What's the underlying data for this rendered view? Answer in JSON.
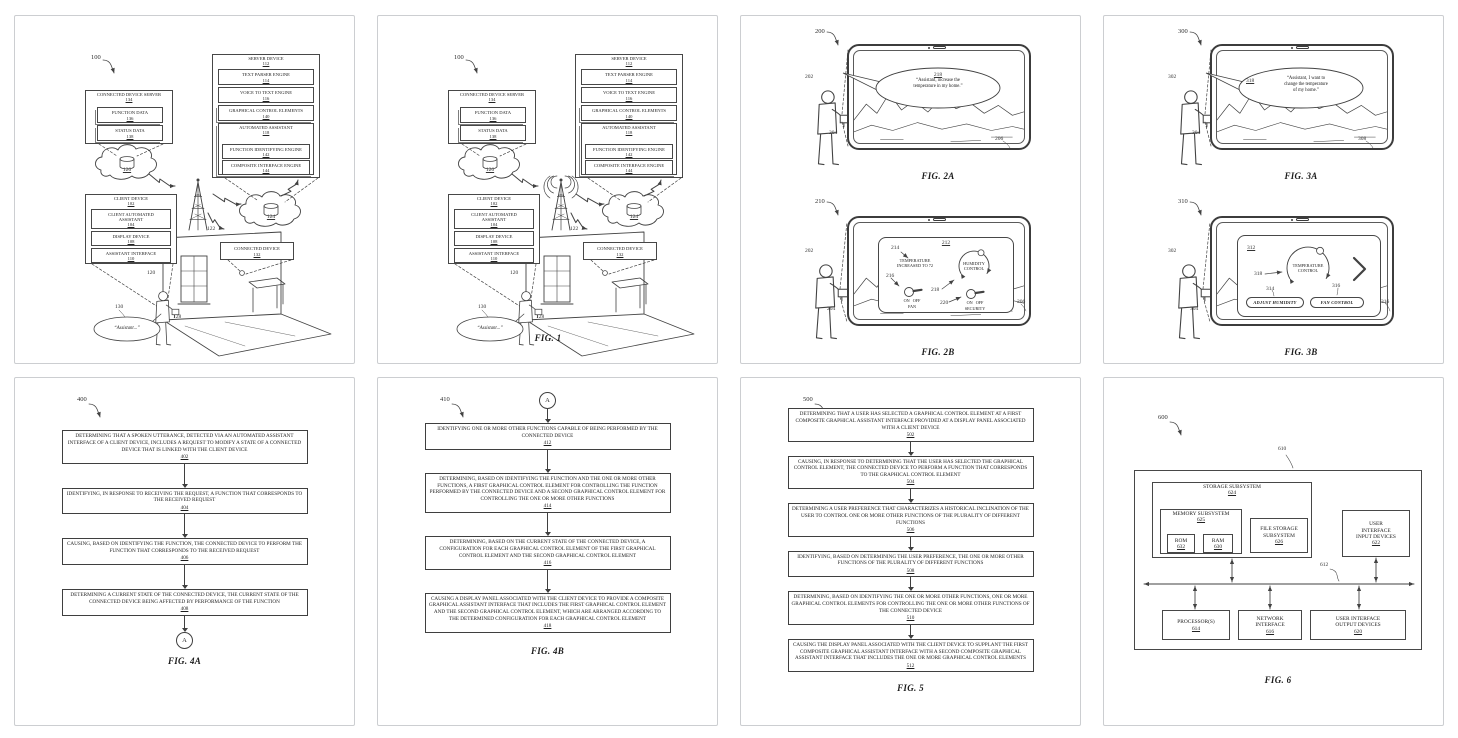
{
  "colors": {
    "panel_border": "#ccced1",
    "ink": "#424242",
    "paper": "#ffffff"
  },
  "connector": "A",
  "sheets": {
    "s2": {
      "caption": "FIG. 1"
    }
  },
  "fig1": {
    "ref": "100",
    "server": {
      "title": "SERVER DEVICE",
      "num": "112",
      "items": [
        {
          "label": "TEXT PARSER ENGINE",
          "num": "114"
        },
        {
          "label": "VOICE TO TEXT ENGINE",
          "num": "116"
        },
        {
          "label": "GRAPHICAL CONTROL ELEMENTS",
          "num": "140"
        }
      ],
      "assistant": {
        "label": "AUTOMATED ASSISTANT",
        "num": "118",
        "children": [
          {
            "label": "FUNCTION IDENTIFYING ENGINE",
            "num": "142"
          },
          {
            "label": "COMPOSITE INTERFACE ENGINE",
            "num": "144"
          }
        ]
      }
    },
    "cds": {
      "title": "CONNECTED DEVICE SERVER",
      "num": "134",
      "items": [
        {
          "label": "FUNCTION DATA",
          "num": "136"
        },
        {
          "label": "STATUS DATA",
          "num": "138"
        }
      ]
    },
    "client": {
      "title": "CLIENT DEVICE",
      "num": "102",
      "items": [
        {
          "label": "CLIENT AUTOMATED\nASSISTANT",
          "num": "104"
        },
        {
          "label": "DISPLAY DEVICE",
          "num": "108"
        },
        {
          "label": "ASSISTANT INTERFACE",
          "num": "110"
        }
      ]
    },
    "connected": {
      "title": "CONNECTED DEVICE",
      "num": "132"
    },
    "cloud_left": "126",
    "cloud_right": "124",
    "tower": "122",
    "user": "120",
    "speech": "130",
    "device": "128",
    "bubble": "“Assistant...”"
  },
  "fig2a": {
    "caption": "FIG. 2A",
    "ref": "200",
    "person": "202",
    "device": "204",
    "screen": "206",
    "bubble_num": "218",
    "bubble": "“Assistant, increase the\ntemperature in my home.”"
  },
  "fig2b": {
    "caption": "FIG. 2B",
    "ref": "210",
    "person": "202",
    "device": "204",
    "edge": "206",
    "screen_num": "212",
    "notif_num": "214",
    "notif": "TEMPERATURE\nINCREASED TO 72",
    "dial_label": "HUMIDITY\nCONTROL",
    "dial_num": "218",
    "t1_num": "216",
    "t1_top": "ON OFF",
    "t1_label": "FAN",
    "t2_num": "220",
    "t2_top": "ON OFF",
    "t2_label": "SECURITY"
  },
  "fig3a": {
    "caption": "FIG. 3A",
    "ref": "300",
    "person": "302",
    "device": "304",
    "screen": "308",
    "bubble_num": "318",
    "bubble": "“Assistant, I want to\nchange the temperature\nof my home.”"
  },
  "fig3b": {
    "caption": "FIG. 3B",
    "ref": "310",
    "person": "302",
    "device": "304",
    "edge": "316",
    "screen_num": "312",
    "dial_label": "TEMPERATURE\nCONTROL",
    "dial_num": "318",
    "pill1": {
      "num": "314",
      "label": "ADJUST HUMIDITY"
    },
    "pill2": {
      "num": "316",
      "label": "FAN CONTROL"
    }
  },
  "fig4a": {
    "caption": "FIG. 4A",
    "ref": "400",
    "steps": [
      {
        "text": "DETERMINING THAT A SPOKEN UTTERANCE, DETECTED VIA AN AUTOMATED ASSISTANT INTERFACE OF A CLIENT DEVICE, INCLUDES A REQUEST TO MODIFY A STATE OF A CONNECTED DEVICE THAT IS LINKED WITH THE CLIENT DEVICE",
        "num": "402"
      },
      {
        "text": "IDENTIFYING, IN RESPONSE TO RECEIVING THE REQUEST, A FUNCTION THAT CORRESPONDS TO THE RECEIVED REQUEST",
        "num": "404"
      },
      {
        "text": "CAUSING, BASED ON IDENTIFYING THE FUNCTION, THE CONNECTED DEVICE TO PERFORM THE FUNCTION THAT CORRESPONDS TO THE RECEIVED REQUEST",
        "num": "406"
      },
      {
        "text": "DETERMINING A CURRENT STATE OF THE CONNECTED DEVICE, THE CURRENT STATE OF THE CONNECTED DEVICE BEING AFFECTED BY PERFORMANCE OF THE FUNCTION",
        "num": "408"
      }
    ]
  },
  "fig4b": {
    "caption": "FIG. 4B",
    "ref": "410",
    "steps": [
      {
        "text": "IDENTIFYING ONE OR MORE OTHER FUNCTIONS CAPABLE OF BEING PERFORMED BY THE CONNECTED DEVICE",
        "num": "412"
      },
      {
        "text": "DETERMINING, BASED ON IDENTIFYING THE FUNCTION AND THE ONE OR MORE OTHER FUNCTIONS, A FIRST GRAPHICAL CONTROL ELEMENT FOR CONTROLLING THE FUNCTION PERFORMED BY THE CONNECTED DEVICE AND A SECOND GRAPHICAL CONTROL ELEMENT FOR CONTROLLING THE ONE OR MORE OTHER FUNCTIONS",
        "num": "414"
      },
      {
        "text": "DETERMINING, BASED ON THE CURRENT STATE OF THE CONNECTED DEVICE, A CONFIGURATION FOR EACH GRAPHICAL CONTROL ELEMENT OF THE FIRST GRAPHICAL CONTROL ELEMENT AND THE SECOND GRAPHICAL CONTROL ELEMENT",
        "num": "416"
      },
      {
        "text": "CAUSING A DISPLAY PANEL ASSOCIATED WITH THE CLIENT DEVICE TO PROVIDE A COMPOSITE GRAPHICAL ASSISTANT INTERFACE THAT INCLUDES THE FIRST GRAPHICAL CONTROL ELEMENT AND THE SECOND GRAPHICAL CONTROL ELEMENT, WHICH ARE ARRANGED ACCORDING TO THE DETERMINED CONFIGURATION FOR EACH GRAPHICAL CONTROL ELEMENT",
        "num": "418"
      }
    ]
  },
  "fig5": {
    "caption": "FIG. 5",
    "ref": "500",
    "steps": [
      {
        "text": "DETERMINING THAT A USER HAS SELECTED A GRAPHICAL CONTROL ELEMENT AT A FIRST COMPOSITE GRAPHICAL ASSISTANT INTERFACE PROVIDED AT A DISPLAY PANEL ASSOCIATED WITH A CLIENT DEVICE",
        "num": "502"
      },
      {
        "text": "CAUSING, IN RESPONSE TO DETERMINING THAT THE USER HAS SELECTED THE GRAPHICAL CONTROL ELEMENT, THE CONNECTED DEVICE TO PERFORM A FUNCTION THAT CORRESPONDS TO THE GRAPHICAL CONTROL ELEMENT",
        "num": "504"
      },
      {
        "text": "DETERMINING A USER PREFERENCE THAT CHARACTERIZES A HISTORICAL INCLINATION OF THE USER TO CONTROL ONE OR MORE OTHER FUNCTIONS OF THE PLURALITY OF DIFFERENT FUNCTIONS",
        "num": "506"
      },
      {
        "text": "IDENTIFYING, BASED ON DETERMINING THE USER PREFERENCE, THE ONE OR MORE OTHER FUNCTIONS OF THE PLURALITY OF DIFFERENT FUNCTIONS",
        "num": "508"
      },
      {
        "text": "DETERMINING, BASED ON IDENTIFYING THE ONE OR MORE OTHER FUNCTIONS, ONE OR MORE GRAPHICAL CONTROL ELEMENTS FOR CONTROLLING THE ONE OR MORE OTHER FUNCTIONS OF THE CONNECTED DEVICE",
        "num": "510"
      },
      {
        "text": "CAUSING THE DISPLAY PANEL ASSOCIATED WITH THE CLIENT DEVICE TO SUPPLANT THE FIRST COMPOSITE GRAPHICAL ASSISTANT INTERFACE WITH A SECOND COMPOSITE GRAPHICAL ASSISTANT INTERFACE THAT INCLUDES THE ONE OR MORE GRAPHICAL CONTROL ELEMENTS",
        "num": "512"
      }
    ]
  },
  "fig6": {
    "caption": "FIG. 6",
    "ref": "600",
    "system_num": "610",
    "bus_num": "612",
    "storage": {
      "title": "STORAGE SUBSYSTEM",
      "num": "624"
    },
    "memory": {
      "title": "MEMORY SUBSYSTEM",
      "num": "625"
    },
    "rom": {
      "title": "ROM",
      "num": "632"
    },
    "ram": {
      "title": "RAM",
      "num": "630"
    },
    "file_storage": {
      "title": "FILE STORAGE\nSUBSYSTEM",
      "num": "626"
    },
    "ui_input": {
      "title": "USER\nINTERFACE\nINPUT DEVICES",
      "num": "622"
    },
    "processors": {
      "title": "PROCESSOR(S)",
      "num": "614"
    },
    "network": {
      "title": "NETWORK\nINTERFACE",
      "num": "616"
    },
    "ui_output": {
      "title": "USER INTERFACE\nOUTPUT DEVICES",
      "num": "620"
    }
  }
}
